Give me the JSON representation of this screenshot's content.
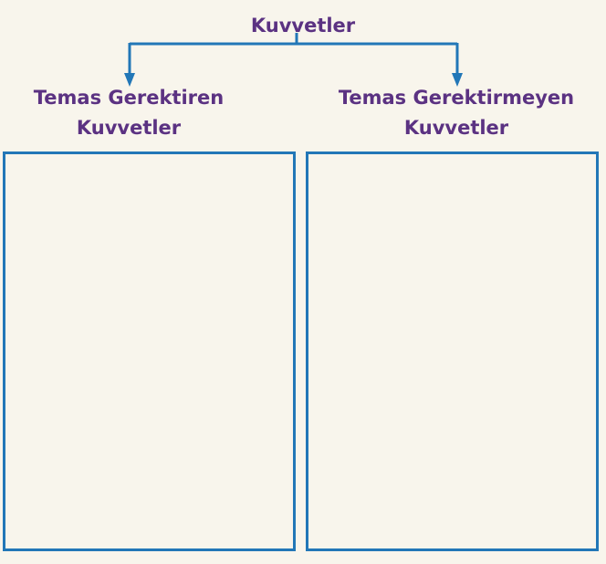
{
  "diagram": {
    "root": {
      "label": "Kuvvetler"
    },
    "branches": [
      {
        "line1": "Temas Gerektiren",
        "line2": "Kuvvetler"
      },
      {
        "line1": "Temas Gerektirmeyen",
        "line2": "Kuvvetler"
      }
    ],
    "colors": {
      "text": "#5b3282",
      "lines": "#2277b7",
      "background": "#f8f5ec"
    }
  }
}
